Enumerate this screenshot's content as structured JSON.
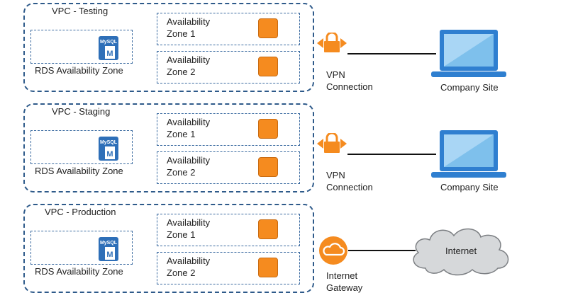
{
  "vpcs": [
    {
      "title": "VPC - Testing",
      "rds_label": "RDS Availability Zone",
      "db_brand": "MySQL",
      "db_letter": "M",
      "zones": [
        "Availability\nZone 1",
        "Availability\nZone 2"
      ],
      "connection_label": "VPN\nConnection",
      "endpoint_label": "Company Site"
    },
    {
      "title": "VPC - Staging",
      "rds_label": "RDS Availability Zone",
      "db_brand": "MySQL",
      "db_letter": "M",
      "zones": [
        "Availability\nZone 1",
        "Availability\nZone 2"
      ],
      "connection_label": "VPN\nConnection",
      "endpoint_label": "Company Site"
    },
    {
      "title": "VPC - Production",
      "rds_label": "RDS Availability Zone",
      "db_brand": "MySQL",
      "db_letter": "M",
      "zones": [
        "Availability\nZone 1",
        "Availability\nZone 2"
      ],
      "connection_label": "Internet\nGateway",
      "endpoint_label": "Internet"
    }
  ],
  "colors": {
    "vpc_border": "#2e5a8a",
    "zone_orange": "#f58b1f",
    "laptop_blue": "#2f7fd0",
    "cloud_gray": "#d6d8da"
  },
  "icons": [
    "database-icon",
    "vpn-lock-icon",
    "laptop-icon",
    "internet-gateway-icon",
    "cloud-icon"
  ]
}
